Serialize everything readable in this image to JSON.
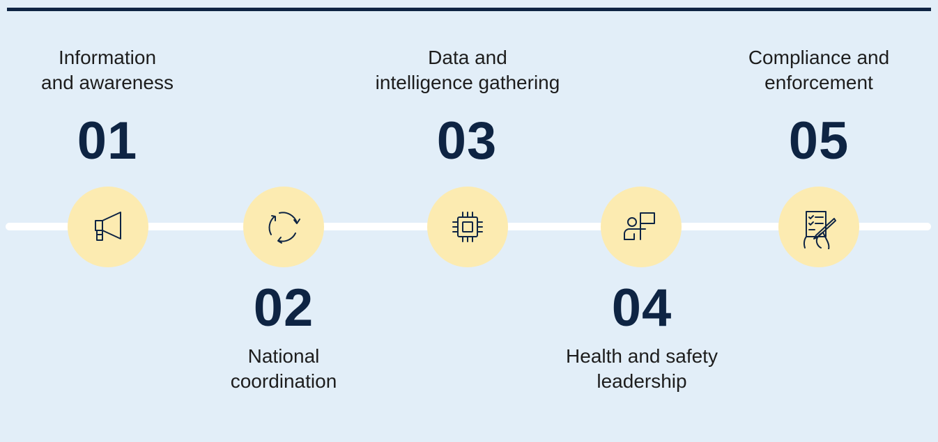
{
  "steps": [
    {
      "number": "01",
      "label_lines": [
        "Information",
        "and awareness"
      ],
      "icon": "megaphone-icon"
    },
    {
      "number": "02",
      "label_lines": [
        "National",
        "coordination"
      ],
      "icon": "cycle-arrows-icon"
    },
    {
      "number": "03",
      "label_lines": [
        "Data and",
        "intelligence gathering"
      ],
      "icon": "microchip-icon"
    },
    {
      "number": "04",
      "label_lines": [
        "Health and safety",
        "leadership"
      ],
      "icon": "person-flag-icon"
    },
    {
      "number": "05",
      "label_lines": [
        "Compliance and",
        "enforcement"
      ],
      "icon": "signing-document-icon"
    }
  ],
  "colors": {
    "background": "#e2eef8",
    "navy": "#0e2443",
    "circle": "#fcebb1",
    "line": "#ffffff"
  }
}
